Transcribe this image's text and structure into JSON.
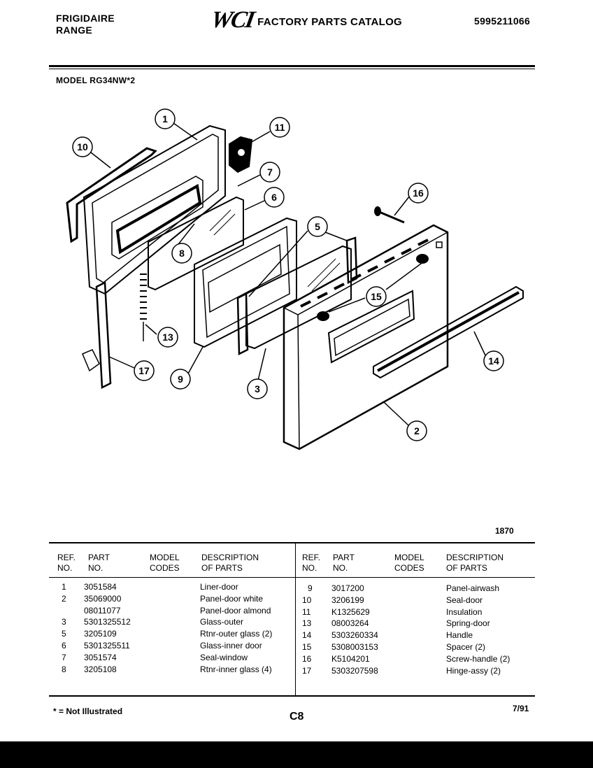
{
  "header": {
    "brand_line1": "FRIGIDAIRE",
    "brand_line2": "RANGE",
    "logo": "WCI",
    "catalog_title": "FACTORY PARTS CATALOG",
    "catalog_number": "5995211066"
  },
  "model_label": "MODEL RG34NW*2",
  "diagram": {
    "figure_number": "1870",
    "callouts": [
      "1",
      "10",
      "11",
      "7",
      "6",
      "16",
      "5",
      "8",
      "15",
      "13",
      "14",
      "17",
      "9",
      "3",
      "2"
    ]
  },
  "table": {
    "headers": {
      "ref": "REF. NO.",
      "part": "PART NO.",
      "model_codes": "MODEL CODES",
      "description": "DESCRIPTION OF PARTS"
    },
    "left_rows": [
      {
        "ref": "1",
        "part": "3051584",
        "desc": "Liner-door"
      },
      {
        "ref": "2",
        "part": "35069000",
        "desc": "Panel-door white"
      },
      {
        "ref": "",
        "part": "08011077",
        "desc": "Panel-door almond"
      },
      {
        "ref": "3",
        "part": "5301325512",
        "desc": "Glass-outer"
      },
      {
        "ref": "5",
        "part": "3205109",
        "desc": "Rtnr-outer glass (2)"
      },
      {
        "ref": "6",
        "part": "5301325511",
        "desc": "Glass-inner door"
      },
      {
        "ref": "7",
        "part": "3051574",
        "desc": "Seal-window"
      },
      {
        "ref": "8",
        "part": "3205108",
        "desc": "Rtnr-inner glass (4)"
      }
    ],
    "right_rows": [
      {
        "ref": "9",
        "part": "3017200",
        "desc": "Panel-airwash"
      },
      {
        "ref": "10",
        "part": "3206199",
        "desc": "Seal-door"
      },
      {
        "ref": "11",
        "part": "K1325629",
        "desc": "Insulation"
      },
      {
        "ref": "13",
        "part": "08003264",
        "desc": "Spring-door"
      },
      {
        "ref": "14",
        "part": "5303260334",
        "desc": "Handle"
      },
      {
        "ref": "15",
        "part": "5308003153",
        "desc": "Spacer (2)"
      },
      {
        "ref": "16",
        "part": "K5104201",
        "desc": "Screw-handle (2)"
      },
      {
        "ref": "17",
        "part": "5303207598",
        "desc": "Hinge-assy (2)"
      }
    ]
  },
  "footer": {
    "note": "* = Not Illustrated",
    "page": "C8",
    "date": "7/91"
  }
}
